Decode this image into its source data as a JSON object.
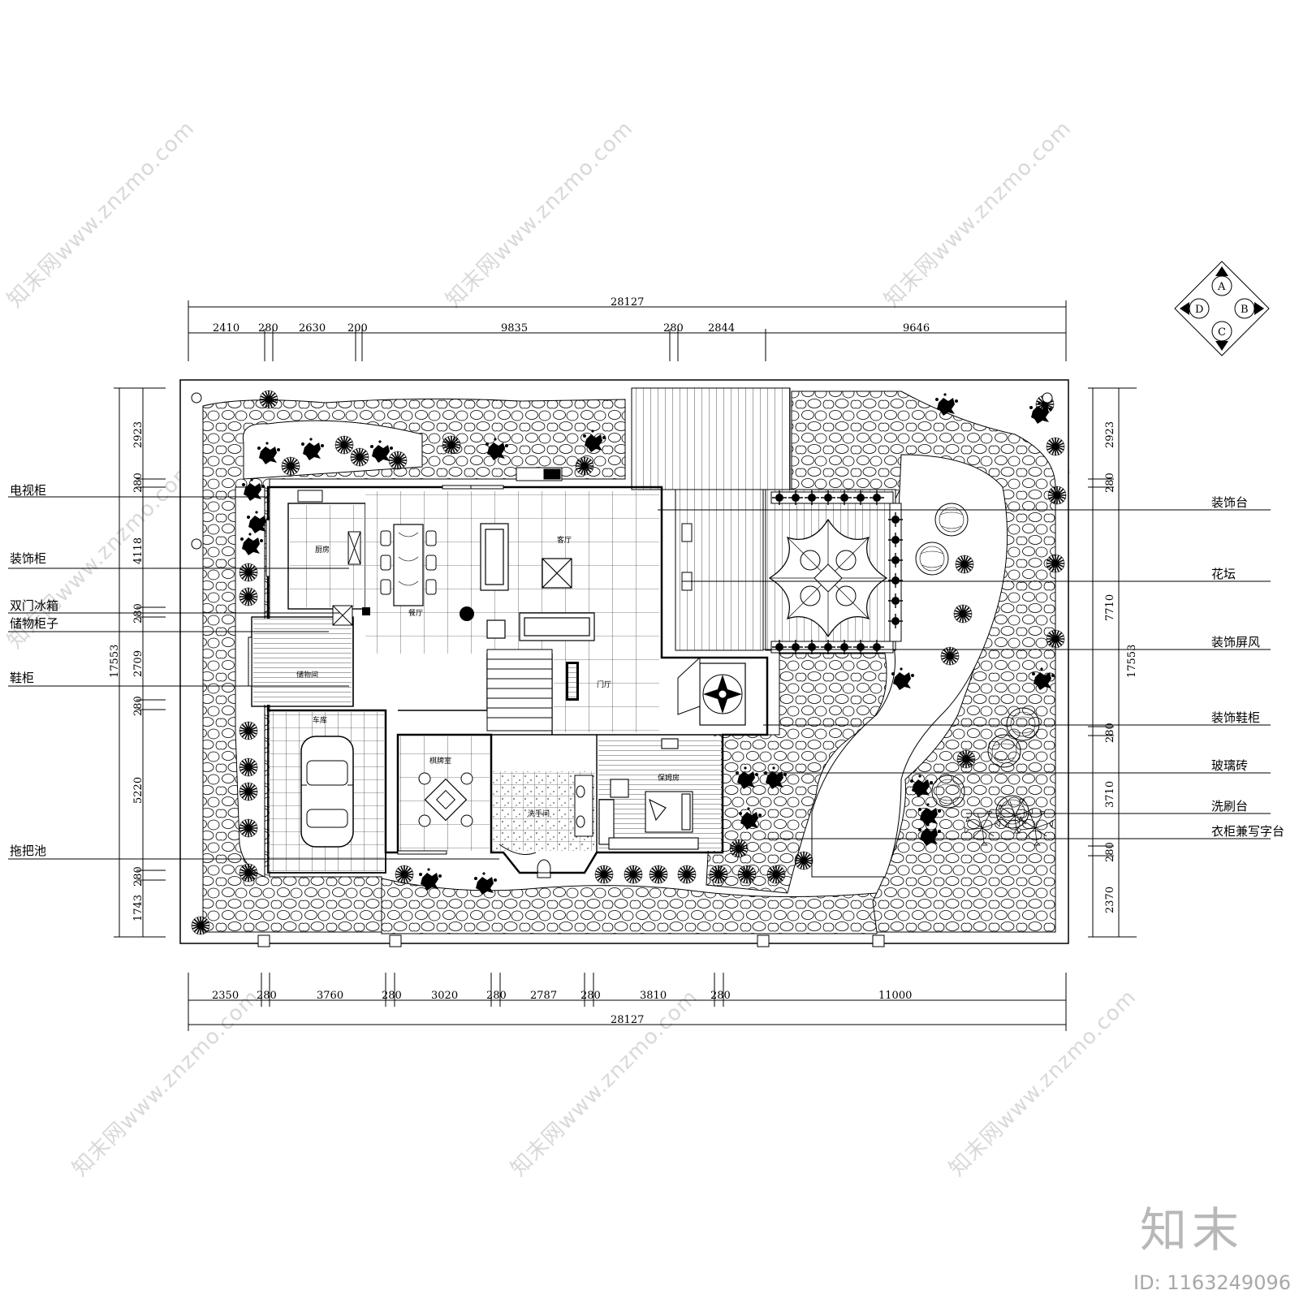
{
  "dims": {
    "top_total": "28127",
    "top": [
      "2410",
      "280",
      "2630",
      "200",
      "9835",
      "280",
      "2844",
      "9646"
    ],
    "bottom": [
      "2350",
      "280",
      "3760",
      "280",
      "3020",
      "280",
      "2787",
      "280",
      "3810",
      "280",
      "11000"
    ],
    "bottom_total": "28127",
    "left": [
      "2923",
      "280",
      "4118",
      "280",
      "2709",
      "280",
      "5220",
      "280",
      "1743"
    ],
    "left_total": "17553",
    "right": [
      "2923",
      "280",
      "7710",
      "280",
      "3710",
      "280",
      "2370"
    ],
    "right_total": "17553"
  },
  "left_callouts": [
    "电视柜",
    "装饰柜",
    "双门冰箱",
    "储物柜子",
    "鞋柜",
    "拖把池"
  ],
  "right_callouts": [
    "装饰台",
    "花坛",
    "装饰屏风",
    "装饰鞋柜",
    "玻璃砖",
    "洗刷台",
    "衣柜兼写字台"
  ],
  "rooms": {
    "kitchen": "厨房",
    "living": "客厅",
    "dining": "餐厅",
    "storage": "储物间",
    "foyer": "门厅",
    "garage": "车库",
    "chess": "棋牌室",
    "bath": "洗手间",
    "guest": "保姆房"
  },
  "compass": [
    "A",
    "B",
    "C",
    "D"
  ],
  "watermark": "知末网www.znzmo.com",
  "brand": "知末",
  "id_label": "ID: 1163249096"
}
